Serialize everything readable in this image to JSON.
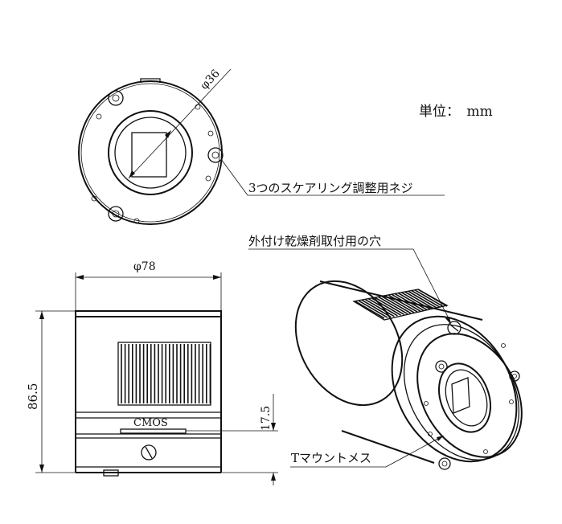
{
  "unit_label": "単位：　mm",
  "dimensions": {
    "front_diameter": "φ36",
    "body_diameter": "φ78",
    "height": "86.5",
    "sensor_offset": "17.5"
  },
  "labels": {
    "square_screws": "3つのスケアリング調整用ネジ",
    "desiccant_hole": "外付け乾燥剤取付用の穴",
    "t_mount": "Tマウントメス",
    "cmos": "CMOS"
  }
}
